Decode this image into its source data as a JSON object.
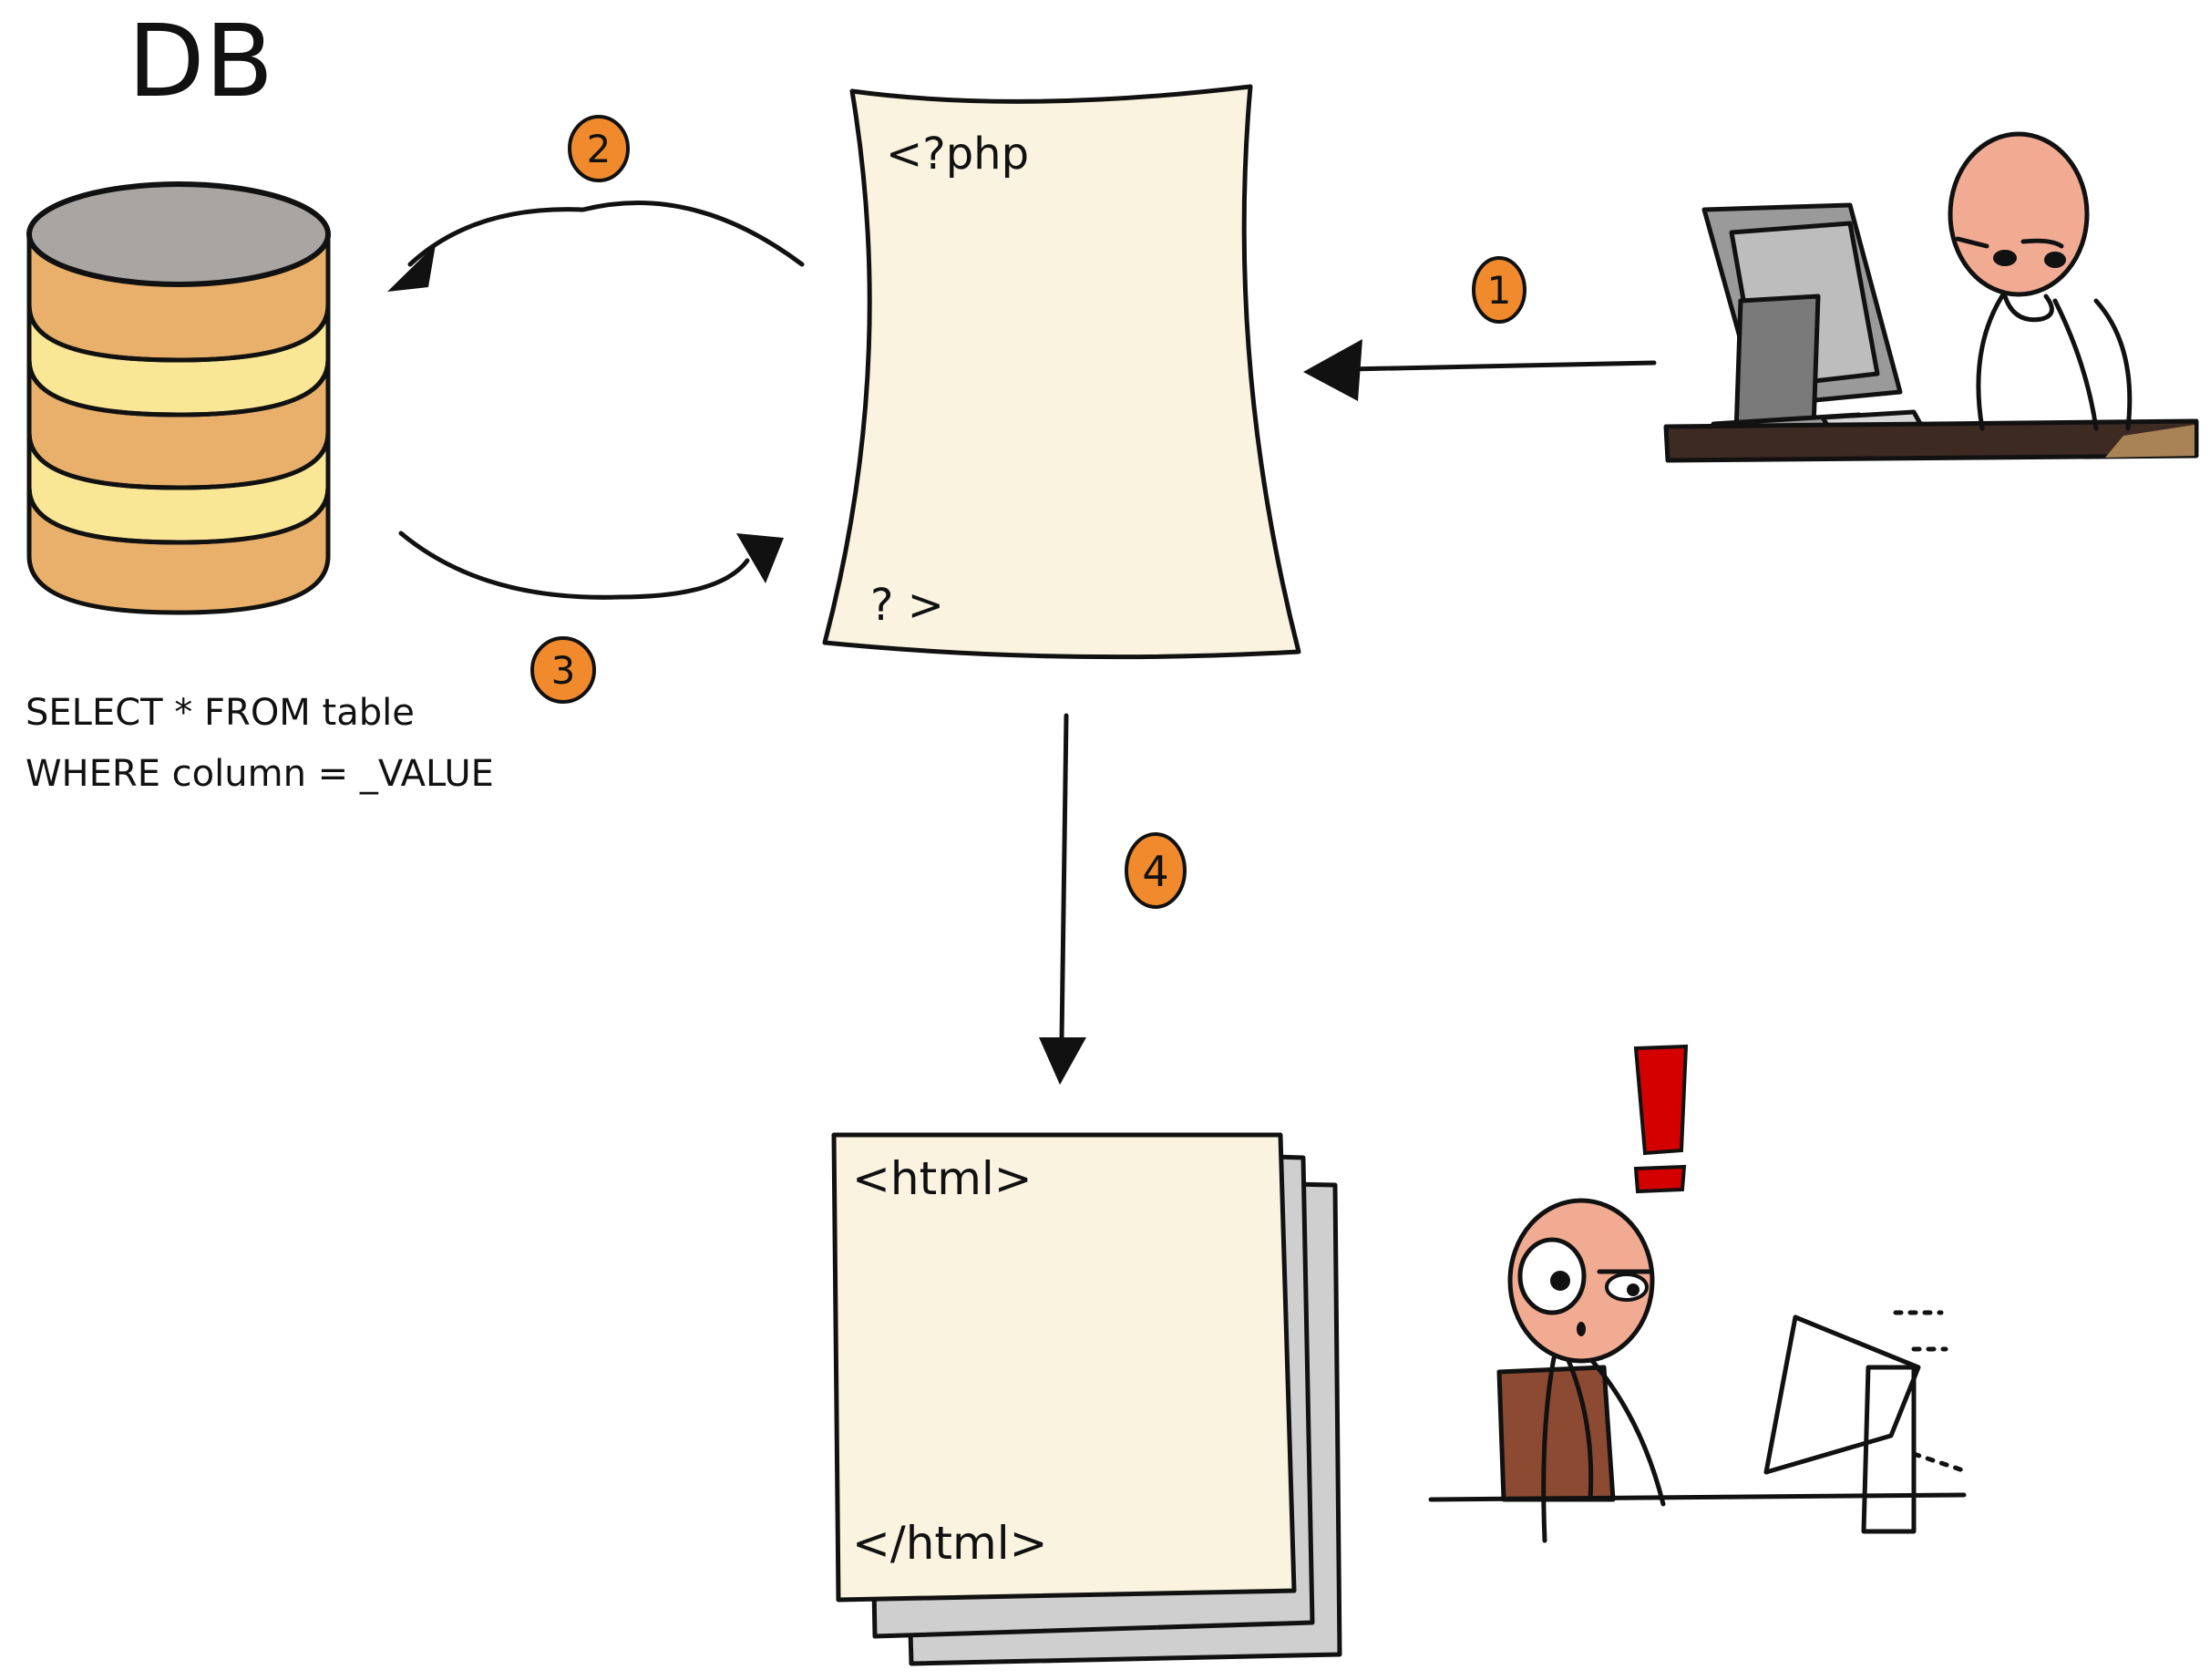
{
  "title": "DB",
  "query": {
    "line1": "SELECT * FROM table",
    "line2": "WHERE column = _VALUE"
  },
  "php_doc": {
    "open_tag": "<?php",
    "close_tag": "? >"
  },
  "html_doc": {
    "open_tag": "<html>",
    "close_tag": "</html>"
  },
  "steps": [
    "1",
    "2",
    "3",
    "4"
  ],
  "alert_glyph": "!",
  "icons": [
    "database-icon",
    "php-file-icon",
    "html-pages-icon",
    "user-at-computer-icon",
    "surprised-user-icon"
  ],
  "colors": {
    "step_badge": "#f08a2c",
    "db_orange": "#e8b06a",
    "db_yellow": "#f9e796",
    "db_top": "#a8a5a2",
    "paper": "#faf3df",
    "paper_shadow": "#cfcfcf",
    "skin": "#f2ab93",
    "desk": "#3d2a22",
    "chair": "#8c4a33",
    "monitor": "#9a9a9a",
    "alert": "#d40000"
  }
}
